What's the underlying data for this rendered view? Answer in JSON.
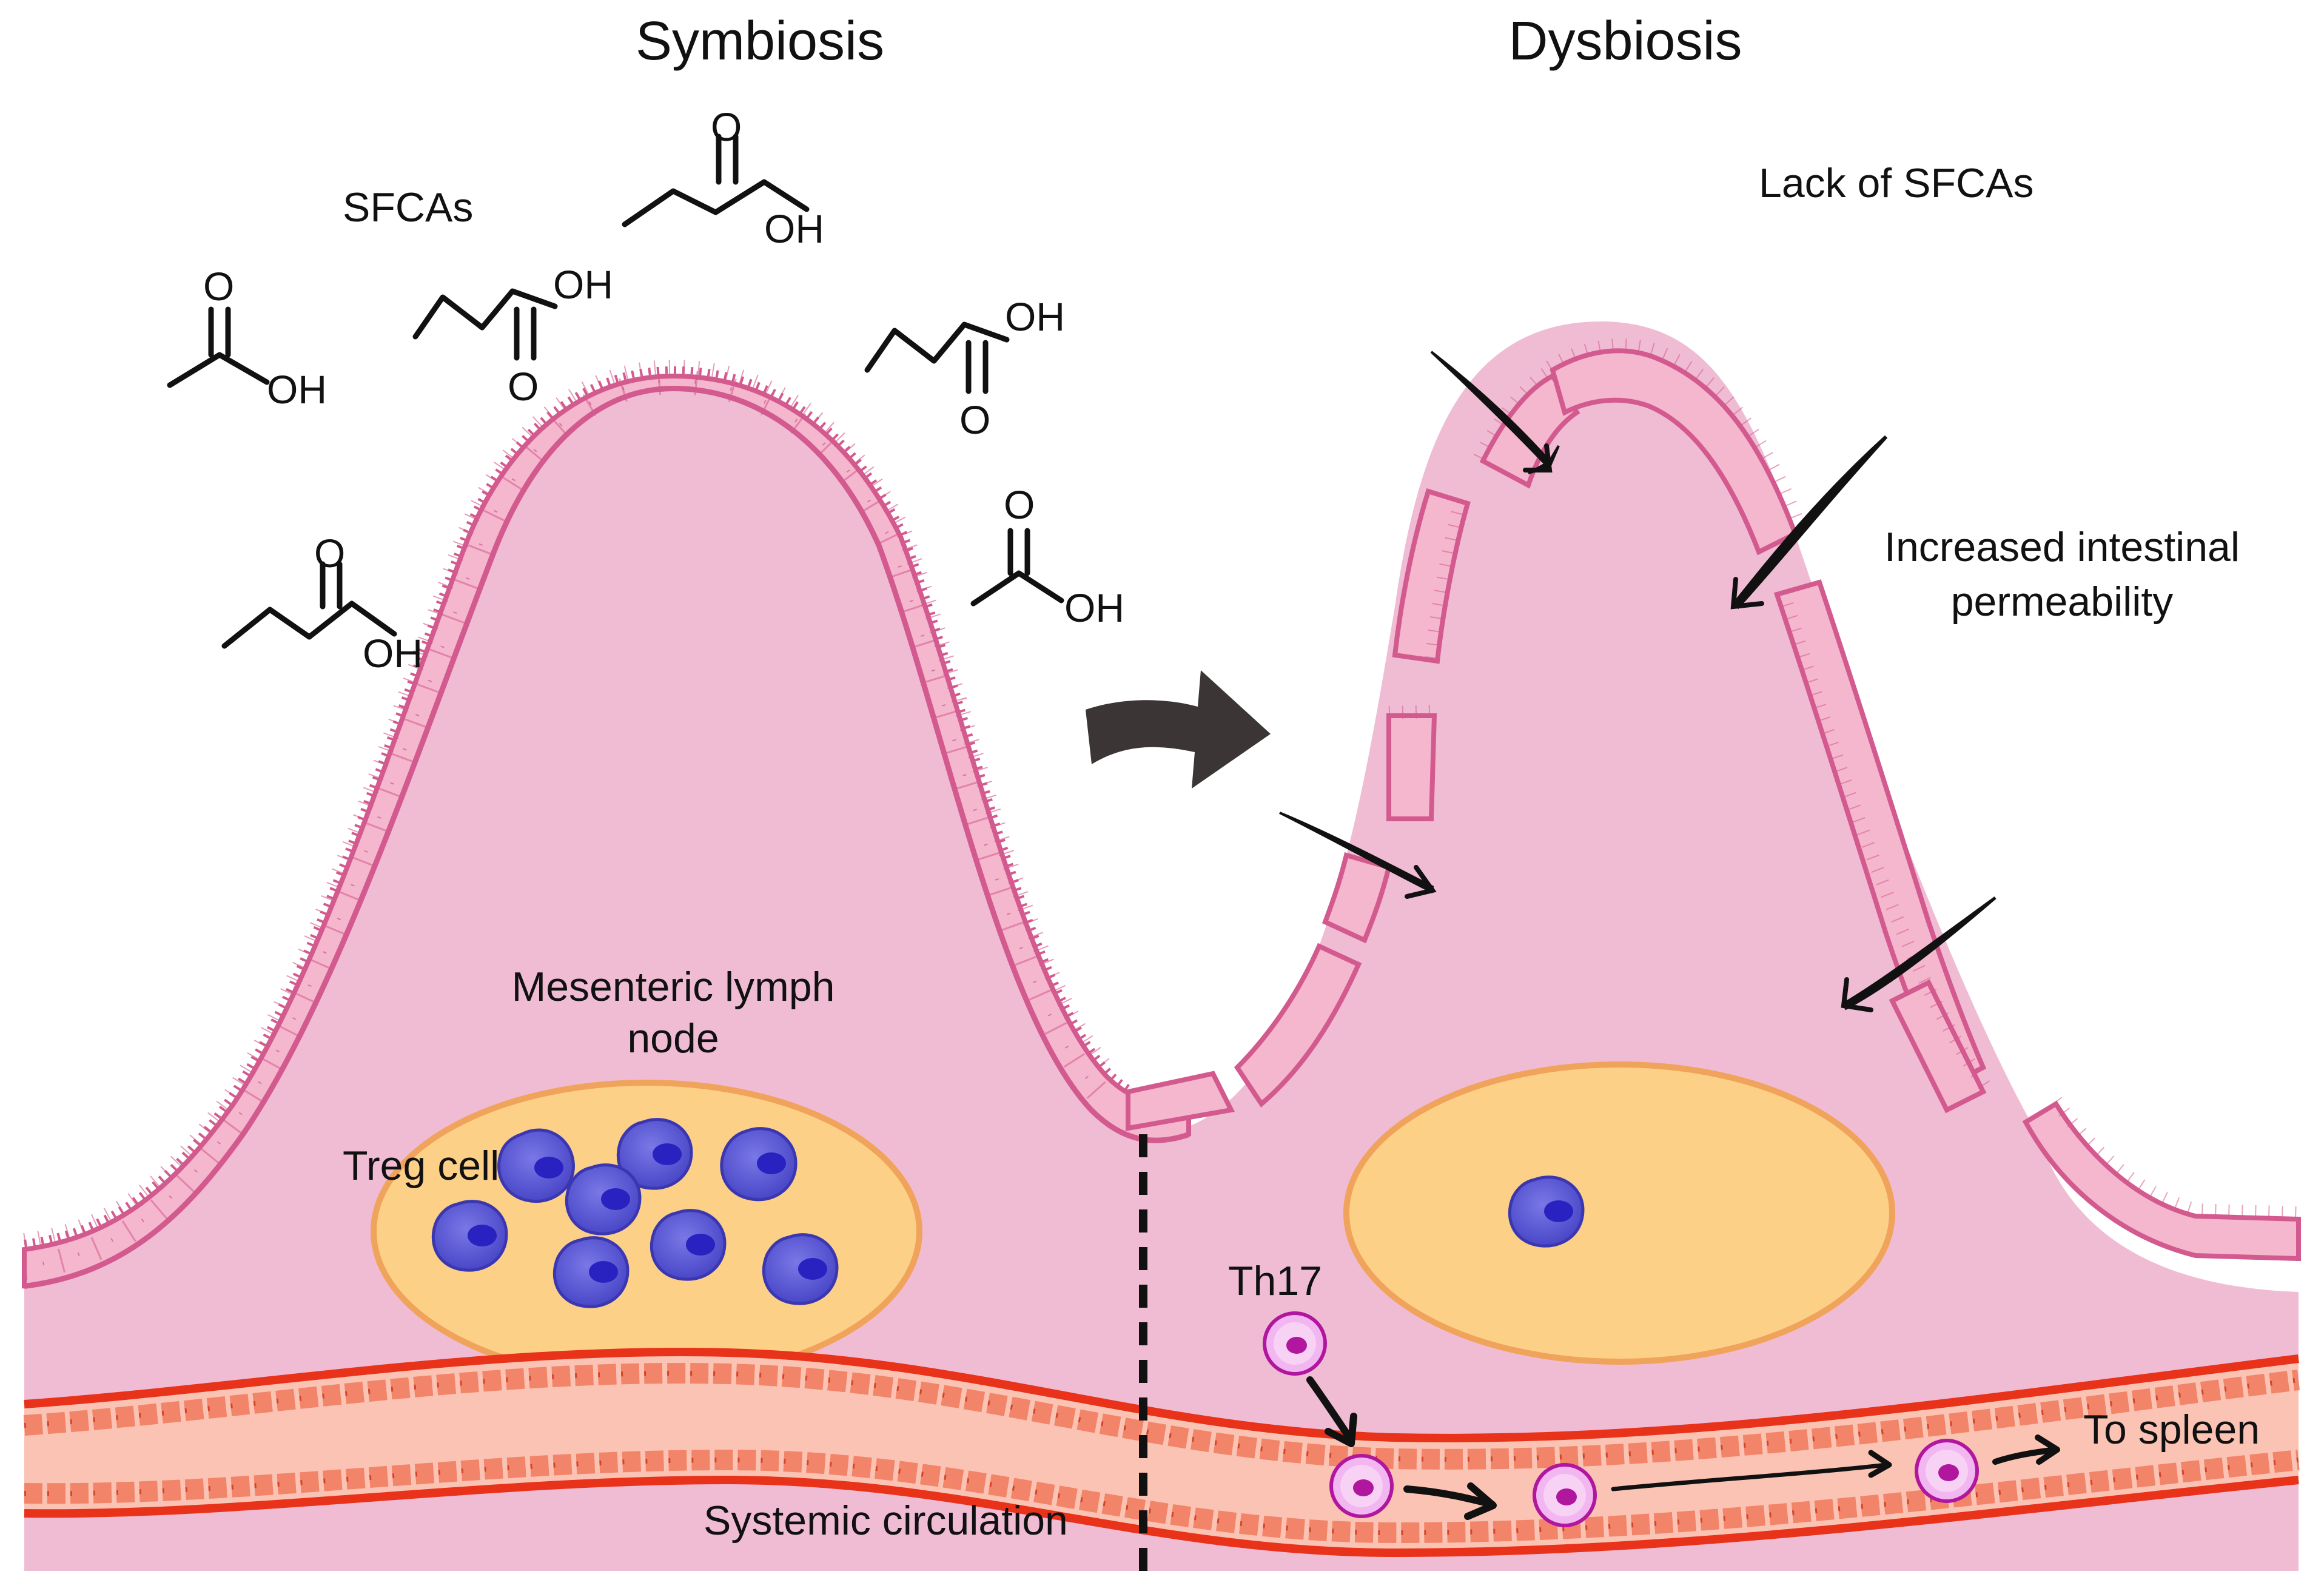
{
  "titles": {
    "left": "Symbiosis",
    "right": "Dysbiosis"
  },
  "labels": {
    "sfcas": "SFCAs",
    "lack_of_sfcas": "Lack of SFCAs",
    "permeability_line1": "Increased intestinal",
    "permeability_line2": "permeability",
    "lymph_node_line1": "Mesenteric lymph",
    "lymph_node_line2": "node",
    "treg": "Treg cell",
    "th17": "Th17",
    "to_spleen": "To spleen",
    "circulation": "Systemic circulation"
  },
  "chem": {
    "carbonyl_o": "O",
    "hydroxyl": "OH"
  },
  "colors": {
    "tissue": "#f0bcd4",
    "epithelium": "#f5b7cd",
    "epithelium_border": "#d35a8e",
    "lymph_node_fill": "#fdd088",
    "lymph_node_border": "#f0a35a",
    "treg_cell": "#5a57d6",
    "treg_nucleus": "#2a22c0",
    "th17_cell": "#f2b6f0",
    "th17_nucleus": "#b0169e",
    "vessel_wall": "#e8321a",
    "vessel_lumen": "#fbc3b3",
    "big_arrow": "#3b3635"
  }
}
